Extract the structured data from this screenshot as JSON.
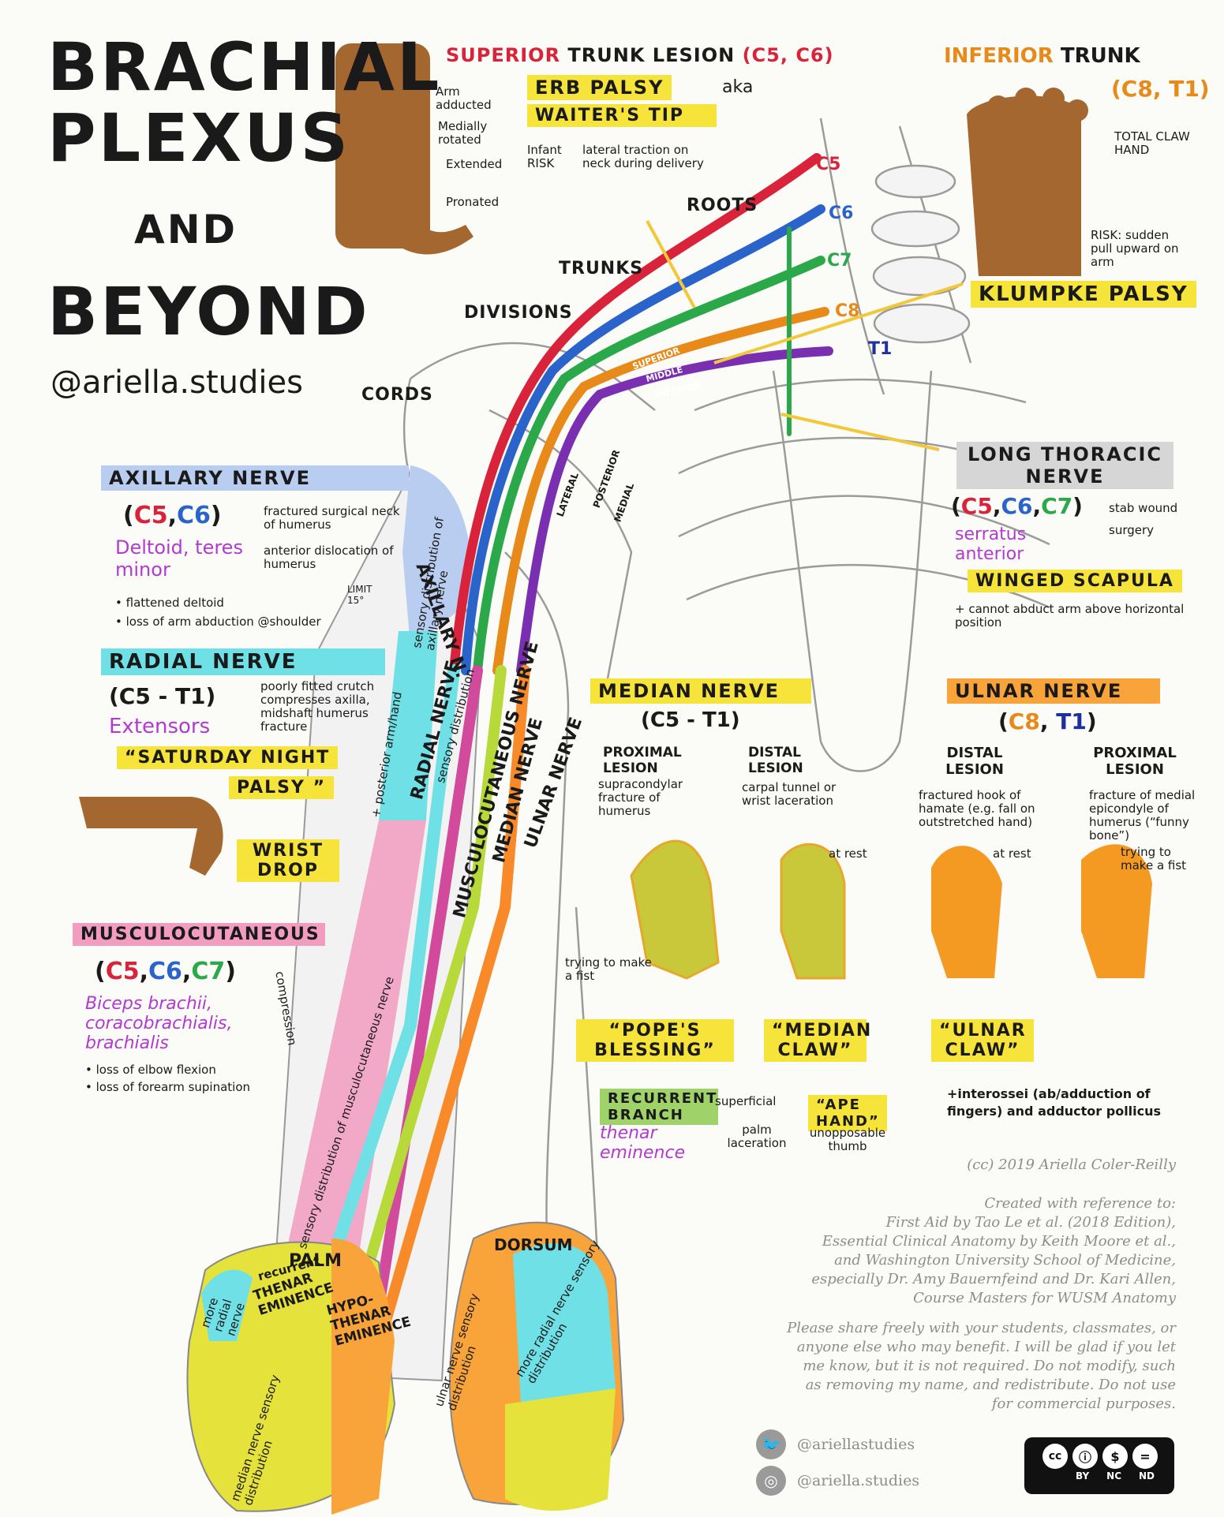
{
  "title": {
    "line1": "BRACHIAL",
    "line2": "PLEXUS",
    "line3": "AND",
    "line4": "BEYOND",
    "handle": "@ariella.studies"
  },
  "colors": {
    "c5": "#d8233a",
    "c6": "#2a63c9",
    "c7": "#2aa84a",
    "c8": "#e78a1a",
    "t1": "#7a2fb0",
    "axillary": "#b9cdf0",
    "radial": "#6fe0e6",
    "musculo": "#f29cbf",
    "median": "#e6e23c",
    "ulnar": "#f9a43a"
  },
  "erb": {
    "heading_a": "SUPERIOR",
    "heading_b": "TRUNK LESION",
    "heading_c": "(C5, C6)",
    "erb_palsy": "ERB PALSY",
    "aka": "aka",
    "waiters_tip": "WAITER'S TIP",
    "infant": "Infant",
    "risk": "RISK",
    "risk_text": "lateral traction on neck during delivery",
    "arm_labels": [
      "Arm adducted",
      "Medially rotated",
      "Extended",
      "Pronated"
    ]
  },
  "klumpke": {
    "heading_a": "INFERIOR",
    "heading_b": "TRUNK",
    "heading_c": "(C8, T1)",
    "total_claw": "TOTAL CLAW HAND",
    "risk": "RISK: sudden pull upward on arm",
    "label": "KLUMPKE PALSY"
  },
  "plexus": {
    "roots": "ROOTS",
    "trunks": "TRUNKS",
    "divisions": "DIVISIONS",
    "cords": "CORDS",
    "root_labels": [
      "C5",
      "C6",
      "C7",
      "C8",
      "T1"
    ],
    "trunk_labels": [
      "SUPERIOR",
      "MIDDLE",
      "INFERIOR"
    ],
    "cord_labels": [
      "LATERAL",
      "POSTERIOR",
      "MEDIAL"
    ],
    "arm_nerve_labels": [
      "AXILLARY N.",
      "sensory distribution of axillary nerve",
      "RADIAL NERVE",
      "sensory distribution",
      "MUSCULOCUTANEOUS NERVE",
      "MEDIAN NERVE",
      "ULNAR NERVE",
      "sensory distribution of musculocutaneous nerve",
      "+ posterior arm/hand"
    ]
  },
  "long_thoracic": {
    "title": "LONG THORACIC NERVE",
    "roots": [
      "C5",
      "C6",
      "C7"
    ],
    "muscle": "serratus anterior",
    "causes": [
      "stab wound",
      "surgery"
    ],
    "result": "WINGED SCAPULA",
    "note": "+ cannot abduct arm above horizontal position"
  },
  "axillary": {
    "title": "AXILLARY NERVE",
    "roots": [
      "C5",
      "C6"
    ],
    "muscles": "Deltoid, teres minor",
    "causes": [
      "fractured surgical neck of humerus",
      "anterior dislocation of humerus"
    ],
    "effects": [
      "• flattened deltoid",
      "• loss of arm abduction @shoulder"
    ],
    "limit": "LIMIT 15°"
  },
  "radial": {
    "title": "RADIAL NERVE",
    "roots": "(C5 - T1)",
    "muscles": "Extensors",
    "causes": "poorly fitted crutch compresses axilla, midshaft humerus fracture",
    "saturday": "“SATURDAY NIGHT",
    "palsy": "PALSY ”",
    "wrist_drop": "WRIST DROP"
  },
  "musculocutaneous": {
    "title": "MUSCULOCUTANEOUS",
    "roots": [
      "C5",
      "C6",
      "C7"
    ],
    "muscles": "Biceps brachii, coracobrachialis, brachialis",
    "cause": "compression",
    "effects": [
      "• loss of elbow flexion",
      "• loss of forearm supination"
    ]
  },
  "median": {
    "title": "MEDIAN NERVE",
    "roots": "(C5 - T1)",
    "proximal": "PROXIMAL LESION",
    "proximal_cause": "supracondylar fracture of humerus",
    "distal": "DISTAL LESION",
    "distal_cause": "carpal tunnel or wrist laceration",
    "trying": "trying to make a fist",
    "at_rest": "at rest",
    "popes": "“POPE'S BLESSING”",
    "claw": "“MEDIAN CLAW”",
    "recurrent": "RECURRENT BRANCH",
    "thenar": "thenar eminence",
    "superficial": "superficial",
    "palm_lac": "palm laceration",
    "ape": "“APE HAND”",
    "unopposable": "unopposable thumb"
  },
  "ulnar": {
    "title": "ULNAR NERVE",
    "roots": [
      "C8",
      "T1"
    ],
    "distal": "DISTAL LESION",
    "distal_cause": "fractured hook of hamate (e.g. fall on outstretched hand)",
    "proximal": "PROXIMAL LESION",
    "proximal_cause": "fracture of medial epicondyle of humerus (“funny bone”)",
    "at_rest": "at rest",
    "trying": "trying to make a fist",
    "claw": "“ULNAR CLAW”",
    "note": "+interossei (ab/adduction of fingers) and adductor pollicus"
  },
  "hand_labels": {
    "palm": "PALM",
    "recurrent": "recurrent",
    "thenar": "THENAR EMINENCE",
    "hypothenar": "HYPO-THENAR EMINENCE",
    "more_radial": "more radial nerve",
    "median_sens": "median nerve sensory distribution",
    "dorsum": "DORSUM",
    "ulnar_sens": "ulnar nerve sensory distribution",
    "more_radial_dorsum": "more radial nerve sensory distribution"
  },
  "credits": {
    "copyright": "(cc) 2019 Ariella Coler-Reilly",
    "ref_lines": [
      "Created with reference to:",
      "First Aid by Tao Le et al. (2018 Edition),",
      "Essential Clinical Anatomy by Keith Moore et al.,",
      "and Washington University School of Medicine,",
      "especially Dr. Amy Bauernfeind and Dr. Kari Allen,",
      "Course Masters for WUSM Anatomy"
    ],
    "share_lines": [
      "Please share freely with your students, classmates, or",
      "anyone else who may benefit. I will be glad if you let",
      "me know, but it is not required. Do not modify, such",
      "as removing my name, and redistribute. Do not use",
      "for commercial purposes."
    ],
    "twitter": "@ariellastudies",
    "instagram": "@ariella.studies",
    "license": [
      "BY",
      "NC",
      "ND"
    ]
  }
}
